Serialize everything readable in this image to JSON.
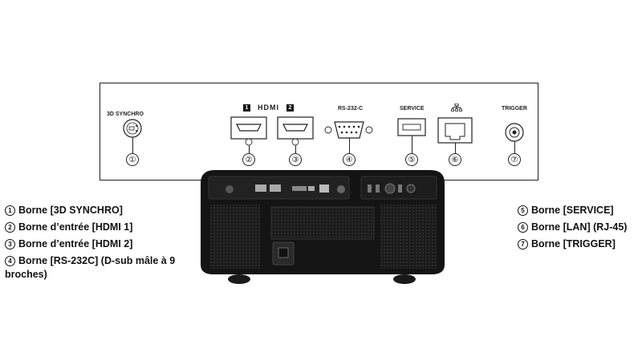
{
  "panel": {
    "labels": {
      "synchro": "3D SYNCHRO",
      "hdmi_badge_1": "1",
      "hdmi_word": "HDMI",
      "hdmi_badge_2": "2",
      "rs232": "RS-232-C",
      "service": "SERVICE",
      "trigger": "TRIGGER"
    },
    "numbers": [
      "①",
      "②",
      "③",
      "④",
      "⑤",
      "⑥",
      "⑦"
    ],
    "lan_icon": "network-icon"
  },
  "legend_left": [
    {
      "num": "1",
      "text": "Borne [3D SYNCHRO]"
    },
    {
      "num": "2",
      "text": "Borne d’entrée [HDMI 1]"
    },
    {
      "num": "3",
      "text": "Borne d’entrée [HDMI 2]"
    },
    {
      "num": "4",
      "text": "Borne [RS-232C] (D-sub mâle à 9"
    },
    {
      "text": "broches)"
    }
  ],
  "legend_right": [
    {
      "num": "5",
      "text": "Borne [SERVICE]"
    },
    {
      "num": "6",
      "text": "Borne [LAN] (RJ-45)"
    },
    {
      "num": "7",
      "text": "Borne [TRIGGER]"
    }
  ]
}
